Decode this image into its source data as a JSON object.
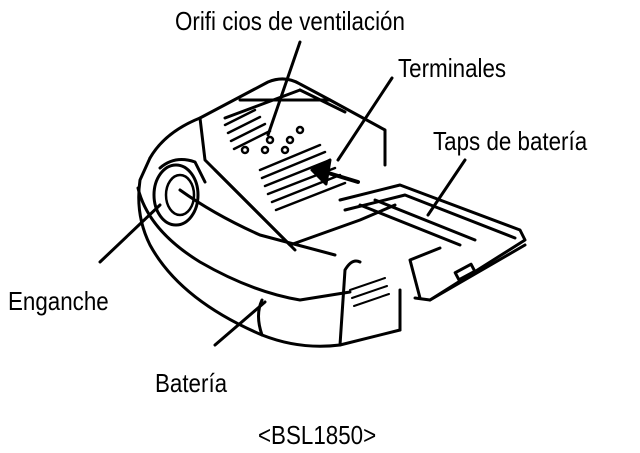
{
  "labels": {
    "vents": "Orifi cios de ventilación",
    "terminals": "Terminales",
    "battery_tabs": "Taps de batería",
    "hook": "Enganche",
    "battery": "Batería",
    "model": "<BSL1850>"
  }
}
